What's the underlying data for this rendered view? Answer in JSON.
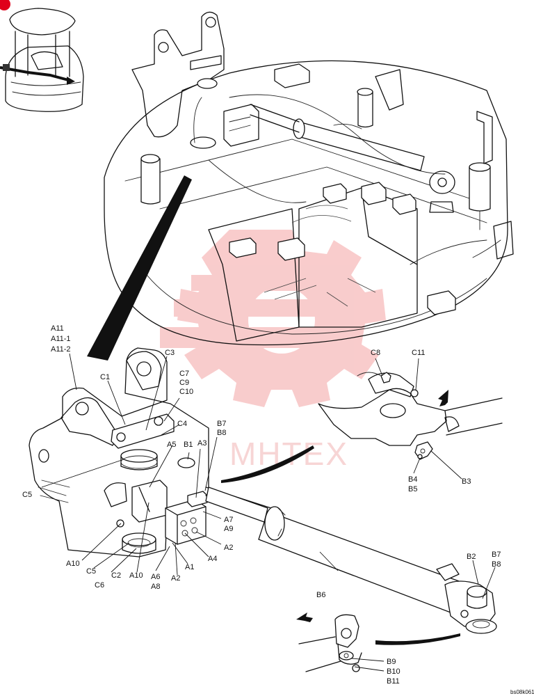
{
  "watermark": {
    "text": "MHTEX",
    "color": "#ef5a5a"
  },
  "accent_color": "#e0001b",
  "drawing_code": "bs08k061",
  "labels": {
    "A11": "A11",
    "A11_1": "A11-1",
    "A11_2": "A11-2",
    "C1": "C1",
    "C3": "C3",
    "C7": "C7",
    "C9": "C9",
    "C10": "C10",
    "C4": "C4",
    "A5": "A5",
    "A3": "A3",
    "B1": "B1",
    "B7a": "B7",
    "B8a": "B8",
    "C5a": "C5",
    "A7": "A7",
    "A9": "A9",
    "A2a": "A2",
    "A4": "A4",
    "A10a": "A10",
    "C5b": "C5",
    "C2": "C2",
    "C6": "C6",
    "A10b": "A10",
    "A6": "A6",
    "A8": "A8",
    "A2b": "A2",
    "A1": "A1",
    "C8": "C8",
    "C11": "C11",
    "B4": "B4",
    "B5": "B5",
    "B3": "B3",
    "B2": "B2",
    "B7b": "B7",
    "B8b": "B8",
    "B6": "B6",
    "B9": "B9",
    "B10": "B10",
    "B11": "B11"
  }
}
